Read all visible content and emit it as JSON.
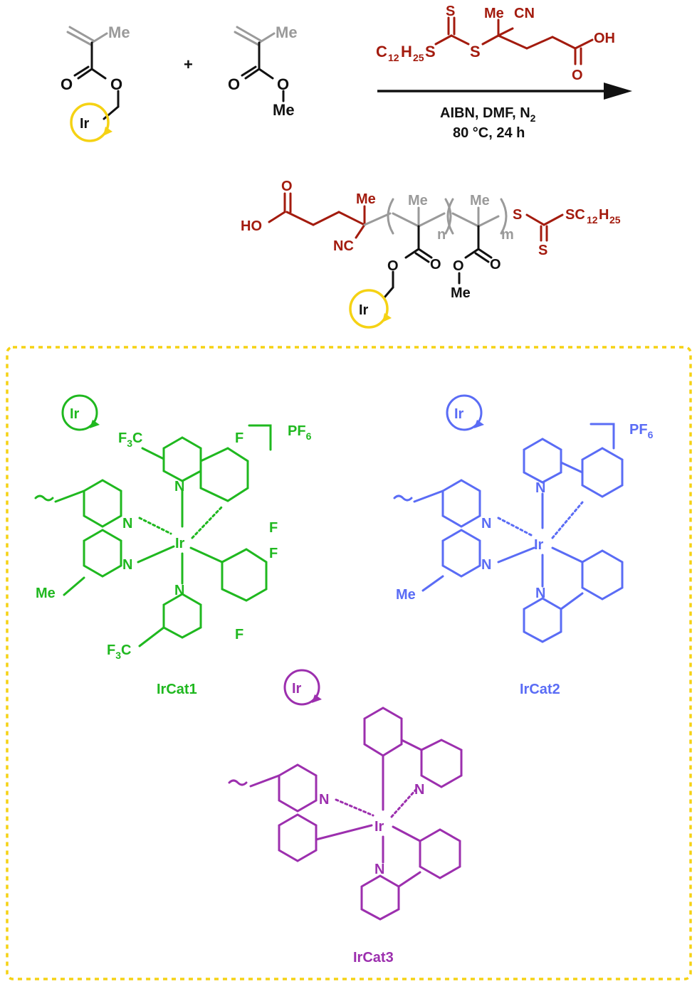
{
  "labels": {
    "me": "Me",
    "o": "O",
    "s": "S",
    "n": "N",
    "f": "F",
    "cn": "CN",
    "nc": "NC",
    "oh": "OH",
    "ho": "HO",
    "ir": "Ir",
    "plus": "+",
    "c": "C",
    "h": "H",
    "f3c_f": "F",
    "f3c_3": "3",
    "f3c_c": "C",
    "pf": "PF",
    "six": "6",
    "c12": "12",
    "h25": "25",
    "sc": "SC",
    "n_sub": "n",
    "m_sub": "m"
  },
  "conditions": {
    "line1_a": "AIBN, DMF, N",
    "line1_sub": "2",
    "line2": "80 °C, 24 h"
  },
  "catalysts": {
    "cat1": "IrCat1",
    "cat2": "IrCat2",
    "cat3": "IrCat3"
  },
  "colors": {
    "black": "#111111",
    "gray": "#9a9a9a",
    "red": "#a31b0e",
    "yellow": "#f5d214",
    "green": "#1fb81f",
    "blue": "#5a6cf5",
    "purple": "#9c2fae"
  }
}
